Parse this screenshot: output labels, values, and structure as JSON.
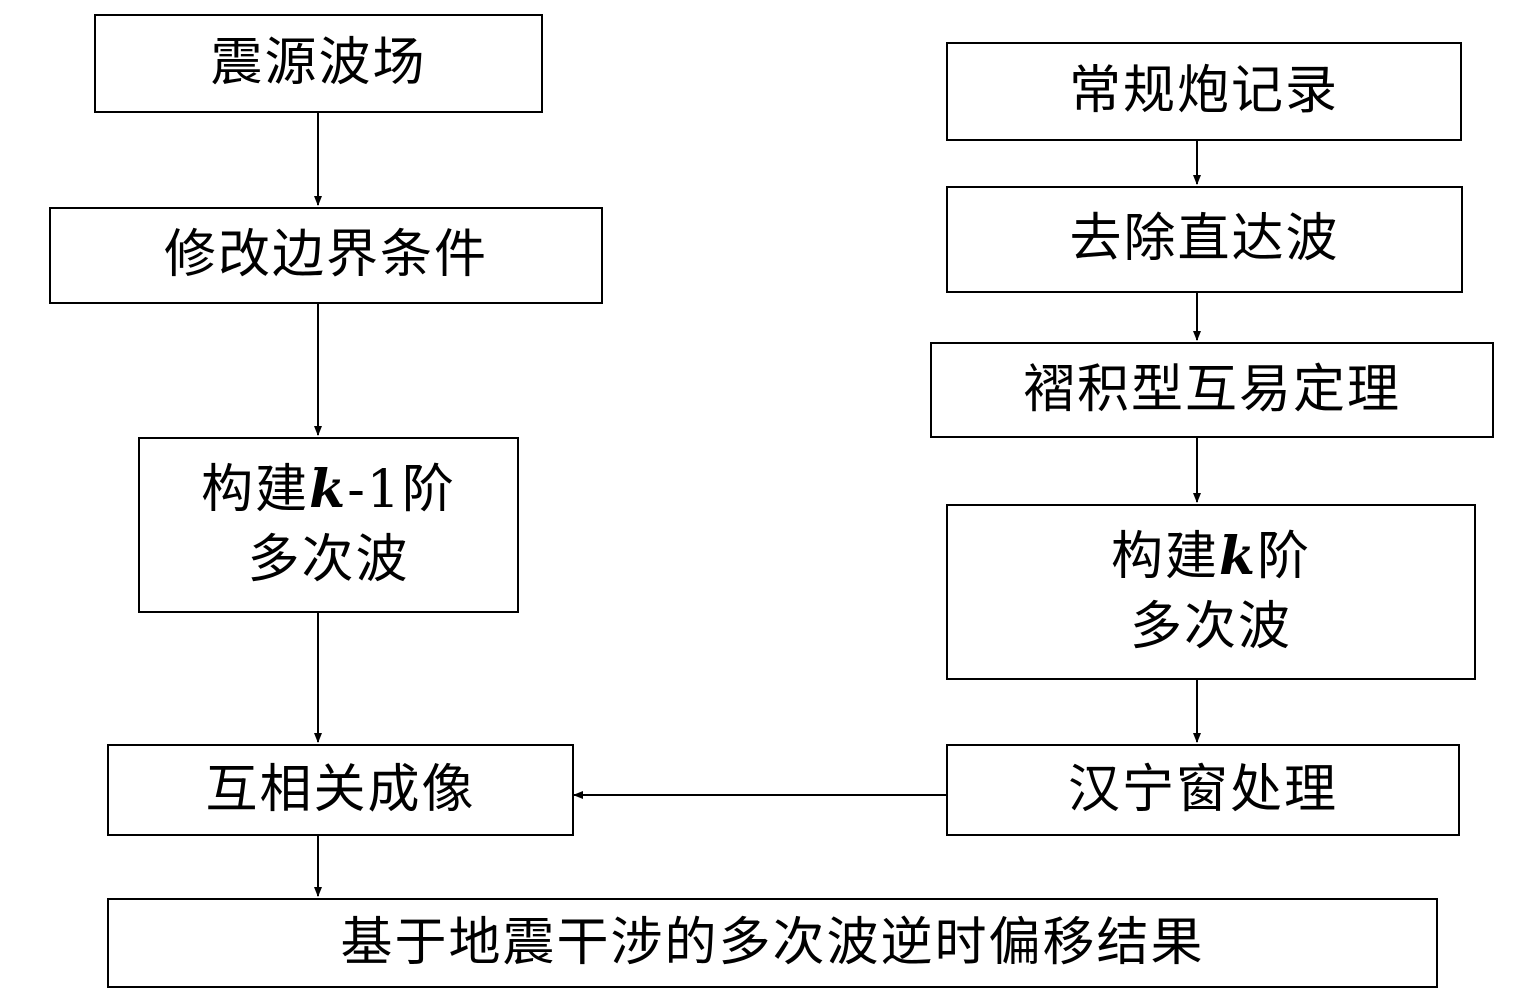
{
  "left_column": {
    "source_wavefield": "震源波场",
    "modify_boundary": "修改边界条件",
    "build_k_minus_1": {
      "line1_prefix": "构建",
      "line1_k": "k",
      "line1_suffix": "-1阶",
      "line2": "多次波"
    },
    "cross_correlation": "互相关成像"
  },
  "right_column": {
    "conventional_shot": "常规炮记录",
    "remove_direct": "去除直达波",
    "reciprocity": "褶积型互易定理",
    "build_k": {
      "line1_prefix": "构建",
      "line1_k": "k",
      "line1_suffix": "阶",
      "line2": "多次波"
    },
    "hanning": "汉宁窗处理"
  },
  "result": "基于地震干涉的多次波逆时偏移结果"
}
